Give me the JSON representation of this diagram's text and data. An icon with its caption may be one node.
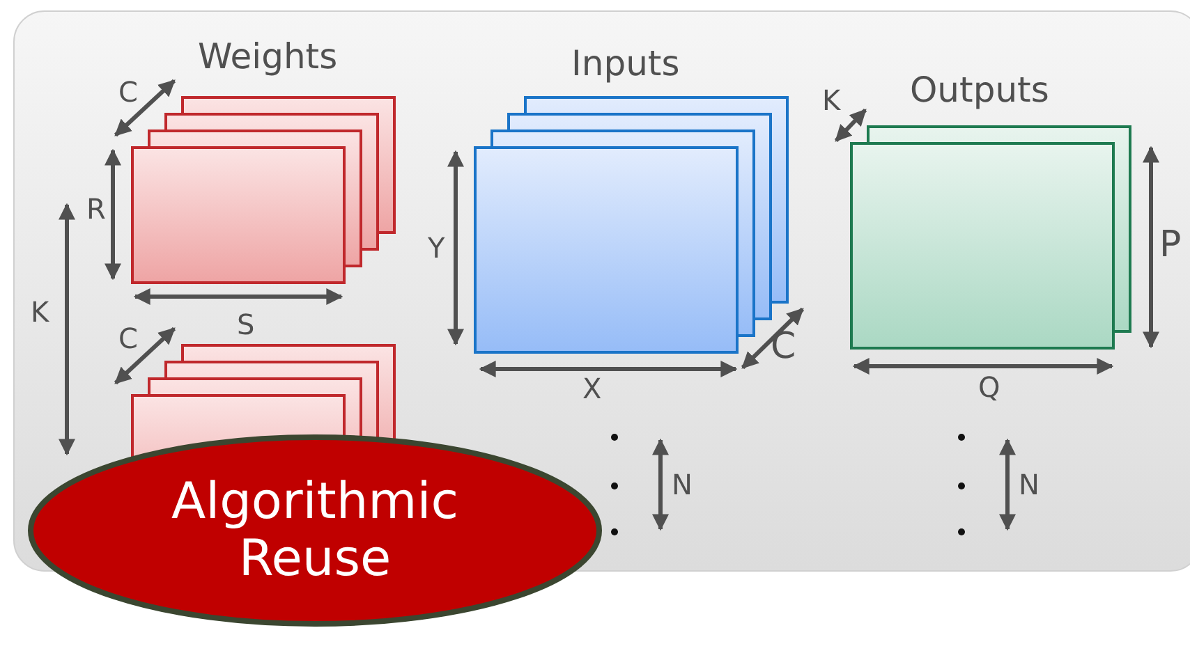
{
  "diagram": {
    "nodes": [
      {
        "text": [
          "Weights"
        ]
      },
      {
        "text": [],
        "shape": "box"
      },
      {
        "text": [
          "Inputs"
        ]
      },
      {
        "text": [
          "Outputs"
        ]
      },
      {
        "text": [
          "Algorithmic Reuse"
        ]
      }
    ],
    "labels": [
      "C",
      "R",
      "K",
      "S",
      "C",
      "Y",
      "X",
      "C",
      "K",
      "P",
      "Q",
      "N",
      "N"
    ]
  }
}
